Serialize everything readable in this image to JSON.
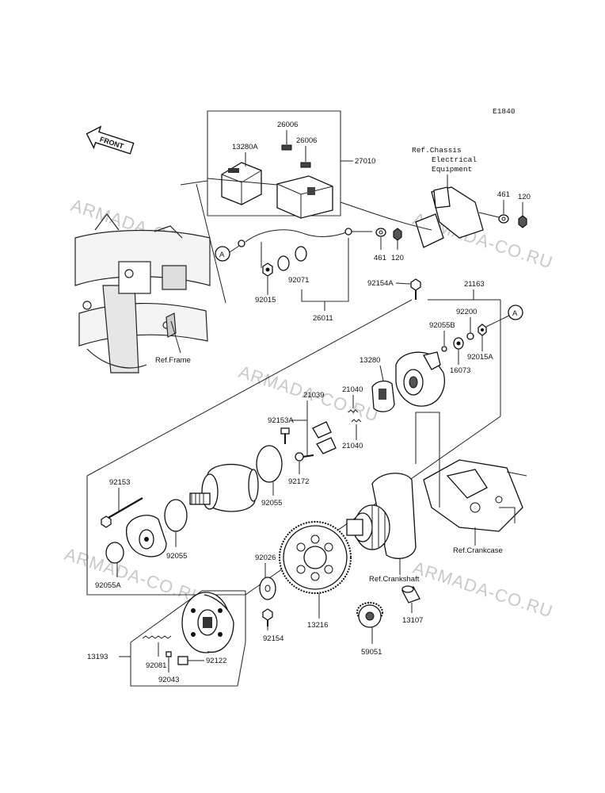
{
  "diagram_code": "E1840",
  "front_label": "FRONT",
  "watermark": "ARMADA-CO.RU",
  "refs": {
    "chassis": [
      "Ref.Chassis",
      "Electrical",
      "Equipment"
    ],
    "frame": "Ref.Frame",
    "crankcase": "Ref.Crankcase",
    "crankshaft": "Ref.Crankshaft"
  },
  "callout_a": "A",
  "parts": {
    "p26006a": "26006",
    "p26006b": "26006",
    "p13280a": "13280A",
    "p27010": "27010",
    "p461a": "461",
    "p120a": "120",
    "p461b": "461",
    "p120b": "120",
    "p92015": "92015",
    "p92071": "92071",
    "p26011": "26011",
    "p92154a": "92154A",
    "p21163": "21163",
    "p92200": "92200",
    "p92055b": "92055B",
    "p16073": "16073",
    "p92015a": "92015A",
    "p13280": "13280",
    "p21039": "21039",
    "p21040a": "21040",
    "p21040b": "21040",
    "p92153a": "92153A",
    "p92172": "92172",
    "p92153": "92153",
    "p92055a": "92055",
    "p92055b2": "92055",
    "p92055a2": "92055A",
    "p92026": "92026",
    "p13216": "13216",
    "p13107": "13107",
    "p59051": "59051",
    "p13193": "13193",
    "p92154": "92154",
    "p92081": "92081",
    "p92122": "92122",
    "p92043": "92043"
  }
}
